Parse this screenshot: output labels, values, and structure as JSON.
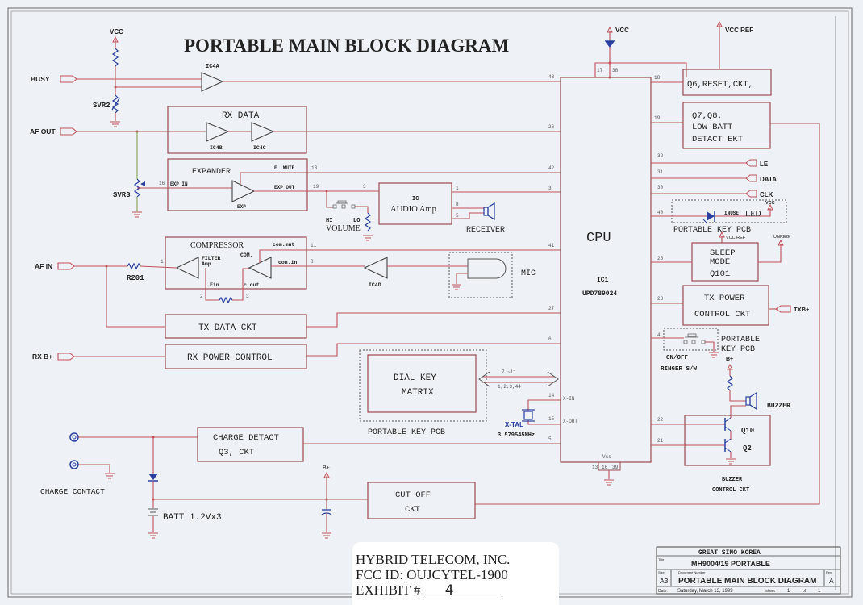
{
  "title": "PORTABLE MAIN BLOCK DIAGRAM",
  "ports": {
    "busy": "BUSY",
    "af_out": "AF OUT",
    "af_in": "AF IN",
    "rx_bplus": "RX B+",
    "le": "LE",
    "data": "DATA",
    "clk": "CLK",
    "txb_plus": "TXB+"
  },
  "power": {
    "vcc_left": "VCC",
    "vcc_top": "VCC",
    "vcc_ref_top": "VCC REF",
    "vcc_led": "VCC",
    "vcc_ref_sleep": "VCC REF",
    "unreg": "UNREG",
    "bplus_buzzer": "B+",
    "bplus_cap": "B+"
  },
  "components": {
    "ic4a": "IC4A",
    "ic4b": "IC4B",
    "ic4c": "IC4C",
    "ic4d": "IC4D",
    "svr2": "SVR2",
    "svr3": "SVR3",
    "r201": "R201",
    "exp": "EXP",
    "hi": "HI",
    "lo": "LO",
    "volume": "VOLUME",
    "receiver": "RECEIVER",
    "mic": "MIC",
    "buzzer": "BUZZER",
    "q10": "Q10",
    "q2": "Q2",
    "on_off": "ON/OFF",
    "ringer_sw": "RINGER S/W",
    "xtal": "X-TAL",
    "xtal_freq": "3.579545MHz",
    "charge_contact": "CHARGE CONTACT",
    "batt": "BATT 1.2Vx3",
    "inuse_small": "INUSE",
    "inuse_led": "LED"
  },
  "blocks": {
    "rx_data": "RX DATA",
    "expander": "EXPANDER",
    "exp_in": "EXP IN",
    "e_mute": "E. MUTE",
    "exp_out": "EXP OUT",
    "compressor": "COMPRESSOR",
    "com_mut": "com.mut",
    "com": "COM.",
    "con_in": "con.in",
    "filter": "FILTER",
    "amp": "Amp",
    "fin": "Fin",
    "c_out": "c.out",
    "audio_ic": "IC",
    "audio_amp": "AUDIO Amp",
    "tx_data": "TX DATA CKT",
    "rx_power": "RX POWER CONTROL",
    "dial_key_1": "DIAL KEY",
    "dial_key_2": "MATRIX",
    "portable_key_pcb": "PORTABLE KEY PCB",
    "portable_key_pcb_led": "PORTABLE  KEY  PCB",
    "portable_ringer_1": "PORTABLE",
    "portable_ringer_2": "KEY PCB",
    "charge_detact_1": "CHARGE DETACT",
    "charge_detact_2": "Q3, CKT",
    "cut_off_1": "CUT OFF",
    "cut_off_2": "CKT",
    "cpu": "CPU",
    "ic1": "IC1",
    "cpu_part": "UPD789024",
    "vss": "Vss",
    "x_in": "X-IN",
    "x_out": "X-OUT",
    "q6": "Q6,RESET,CKT,",
    "q7_1": "Q7,Q8,",
    "q7_2": "LOW BATT",
    "q7_3": "DETACT EKT",
    "sleep_1": "SLEEP",
    "sleep_2": "MODE",
    "sleep_3": "Q101",
    "tx_power_1": "TX POWER",
    "tx_power_2": "CONTROL CKT",
    "buzzer_ctl_1": "BUZZER",
    "buzzer_ctl_2": "CONTROL CKT",
    "bus_top": "7 ~11",
    "bus_bottom": "1,2,3,44"
  },
  "pins": {
    "p43": "43",
    "p26": "26",
    "p42": "42",
    "p3": "3",
    "p41": "41",
    "p27": "27",
    "p6": "6",
    "p5": "5",
    "p17": "17",
    "p38": "38",
    "p18": "18",
    "p19": "19",
    "p32": "32",
    "p31": "31",
    "p30": "30",
    "p40": "40",
    "p25": "25",
    "p23": "23",
    "p4": "4",
    "p22": "22",
    "p21": "21",
    "p14": "14",
    "p15": "15",
    "p13": "13",
    "p16": "16",
    "p39": "39",
    "e13": "13",
    "e16": "16",
    "e19": "19",
    "a3": "3",
    "a1": "1",
    "a8": "8",
    "a5": "5",
    "c11": "11",
    "c1": "1",
    "c8": "8",
    "c2": "2",
    "c3": "3"
  },
  "title_block": {
    "company": "GREAT SINO KOREA",
    "title_label": "Title",
    "title": "MH9004/19 PORTABLE",
    "size_label": "Size",
    "size": "A3",
    "docnum_label": "Document Number",
    "docnum": "PORTABLE MAIN BLOCK DIAGRAM",
    "rev_label": "Rev",
    "rev": "A",
    "date_label": "Date:",
    "date": "Saturday, March 13, 1999",
    "sheet_label": "Sheet",
    "sheet": "1",
    "of_label": "of",
    "sheets": "1"
  },
  "stamp": {
    "line1": "HYBRID TELECOM, INC.",
    "line2": "FCC ID: OUJCYTEL-1900",
    "line3": "EXHIBIT #",
    "exhibit": "4"
  },
  "colors": {
    "wire": "#c0505a",
    "component_blue": "#2a3fa0",
    "paper": "#eef2f6"
  }
}
